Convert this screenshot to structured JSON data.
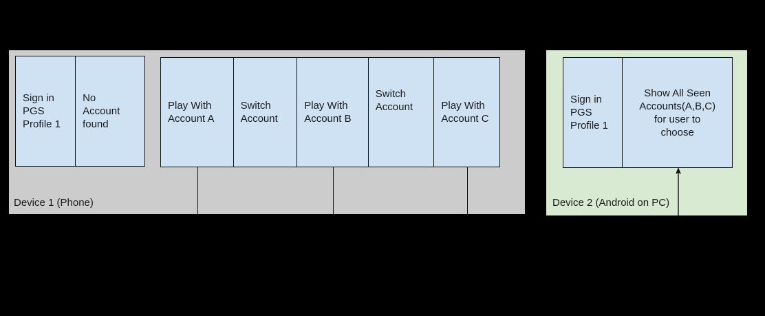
{
  "diagram": {
    "title_hidden": "",
    "colors": {
      "background": "#000000",
      "device1_panel": "#cccccc",
      "device2_panel": "#d9ead3",
      "box_fill": "#cfe2f3",
      "stroke": "#111111",
      "text": "#1a1a1a"
    }
  },
  "device1": {
    "label": "Device 1 (Phone)",
    "group_a": [
      {
        "text": "Sign in\nPGS\nProfile 1",
        "align": "left"
      },
      {
        "text": "No\nAccount\nfound",
        "align": "left"
      }
    ],
    "group_b": [
      {
        "text": "Play With\nAccount A",
        "align": "left"
      },
      {
        "text": "Switch\nAccount",
        "align": "left"
      },
      {
        "text": "Play With\nAccount B",
        "align": "left"
      },
      {
        "text": "Switch\nAccount",
        "align": "left"
      },
      {
        "text": "Play With\nAccount C",
        "align": "left"
      }
    ]
  },
  "device2": {
    "label": "Device 2 (Android on PC)",
    "boxes": [
      {
        "text": "Sign in\nPGS\nProfile 1",
        "align": "left"
      },
      {
        "text": "Show All Seen\nAccounts(A,B,C)\nfor user to\nchoose",
        "align": "center"
      }
    ],
    "arrow": {
      "name": "upward-arrow",
      "direction": "up"
    }
  }
}
